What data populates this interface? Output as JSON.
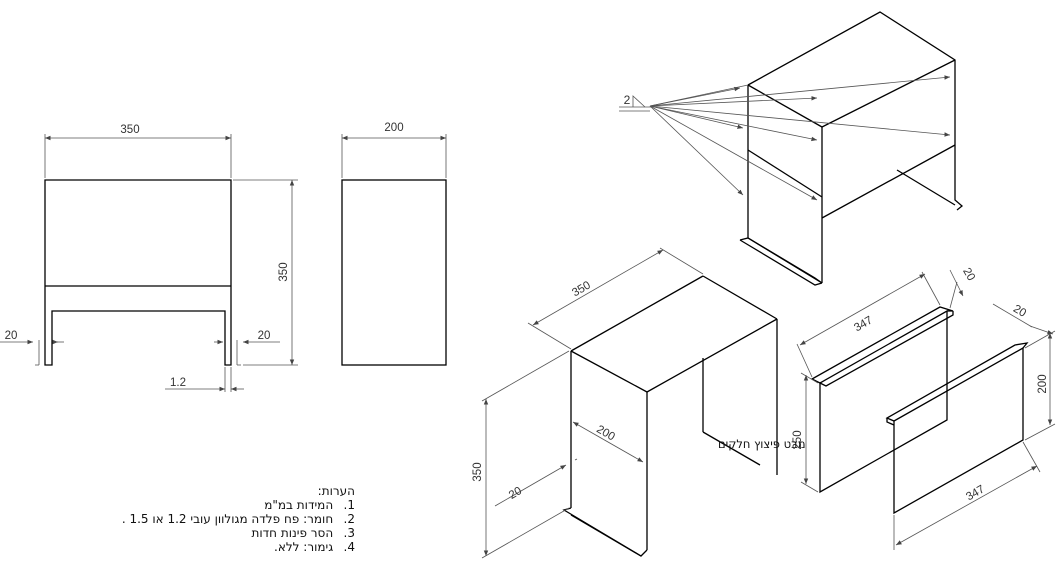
{
  "dimensions": {
    "front_width": "350",
    "front_height": "350",
    "side_width": "200",
    "leg_flange_left": "20",
    "leg_flange_right": "20",
    "thickness": "1.2",
    "iso_width": "350",
    "iso_height": "350",
    "iso_depth": "200",
    "iso_flange": "20",
    "part_flange_a": "20",
    "part_flange_b": "20",
    "part_length_a": "347",
    "part_length_b": "347",
    "part_height_a": "250",
    "part_height_b": "200",
    "detail_callout": "2"
  },
  "notes": {
    "title": "הערות:",
    "items": [
      {
        "num": "1.",
        "text": "המידות במ\"מ"
      },
      {
        "num": "2.",
        "text": "חומר: פח פלדה מגולוון  עובי 1.2 או 1.5 ."
      },
      {
        "num": "3.",
        "text": "הסר פינות חדות"
      },
      {
        "num": "4.",
        "text": "גימור: ללא."
      }
    ]
  },
  "exploded_caption": "מבט פיצוץ חלקים"
}
